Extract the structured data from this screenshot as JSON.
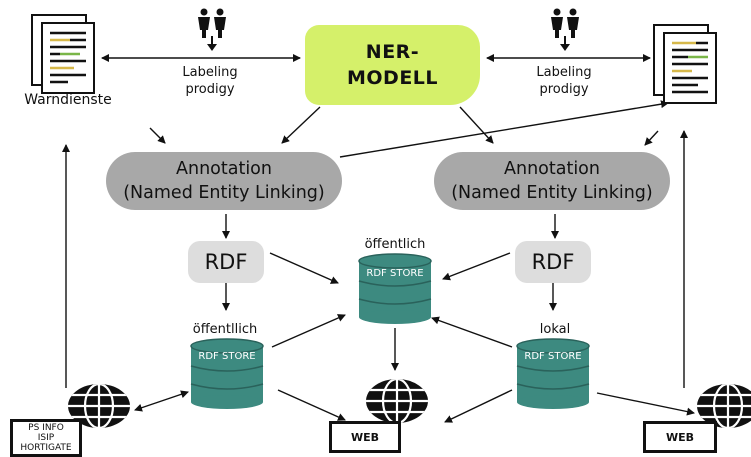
{
  "ner_model": {
    "line1": "NER-",
    "line2": "MODELL"
  },
  "labeling_left": {
    "line1": "Labeling",
    "line2": "prodigy"
  },
  "labeling_right": {
    "line1": "Labeling",
    "line2": "prodigy"
  },
  "warndienste": "Warndienste",
  "annotation_left": {
    "line1": "Annotation",
    "line2": "(Named Entity Linking)"
  },
  "annotation_right": {
    "line1": "Annotation",
    "line2": "(Named Entity Linking)"
  },
  "rdf_left": "RDF",
  "rdf_right": "RDF",
  "store_center": {
    "caption": "öffentlich",
    "label": "RDF STORE"
  },
  "store_left": {
    "caption": "öffentllich",
    "label": "RDF STORE"
  },
  "store_right": {
    "caption": "lokal",
    "label": "RDF STORE"
  },
  "source_box": {
    "line1": "PS INFO",
    "line2": "ISIP",
    "line3": "HORTIGATE"
  },
  "web_left": "WEB",
  "web_right": "WEB",
  "colors": {
    "ner": "#d5f06a",
    "annotation": "#a8a8a8",
    "rdf": "#dddddd",
    "store": "#3d8a80"
  },
  "icons": [
    "document-icon",
    "people-icon",
    "database-icon",
    "globe-icon"
  ]
}
